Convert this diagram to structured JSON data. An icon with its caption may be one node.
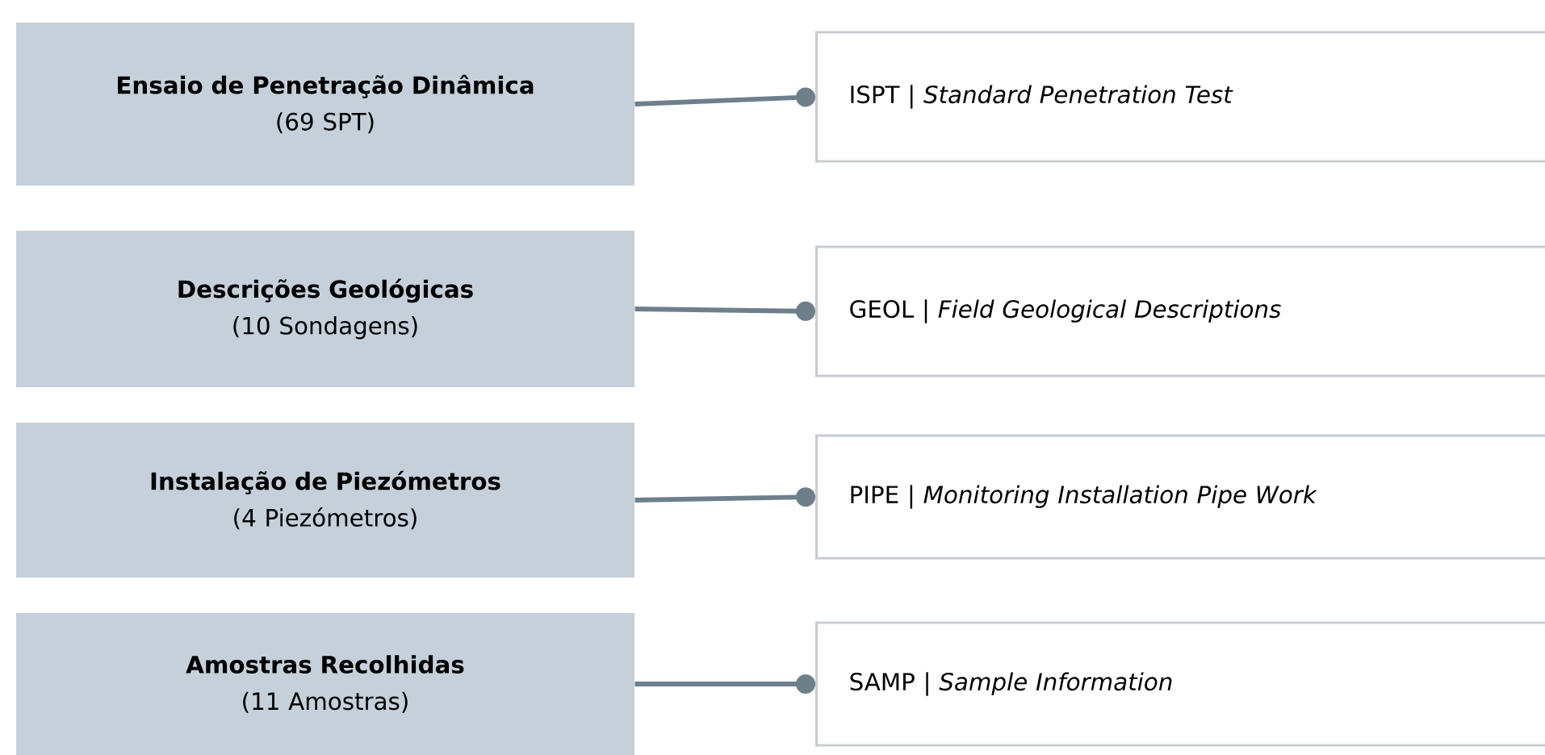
{
  "diagram": {
    "nodes": [
      {
        "text": [
          "Ensaio de Penetração Dinâmica",
          "(69 SPT)"
        ]
      },
      {
        "text": [
          "ISPT | *Standard Penetration Test*"
        ]
      },
      {
        "text": [
          "Descrições Geológicas",
          "(10 Sondagens)"
        ]
      },
      {
        "text": [
          "GEOL | *Field Geological Descriptions*"
        ]
      },
      {
        "text": [
          "Instalação de Piezómetros",
          "(4 Piezómetros)"
        ]
      },
      {
        "text": [
          "PIPE | *Monitoring Installation Pipe Work*"
        ]
      },
      {
        "text": [
          "Amostras Recolhidas",
          "(11 Amostras)"
        ]
      },
      {
        "text": [
          "SAMP | *Sample Information*"
        ]
      }
    ],
    "edges": [
      {
        "from": 0,
        "to": 1,
        "arrow": "other"
      },
      {
        "from": 2,
        "to": 3,
        "arrow": "other"
      },
      {
        "from": 4,
        "to": 5,
        "arrow": "other"
      },
      {
        "from": 6,
        "to": 7,
        "arrow": "other"
      }
    ]
  }
}
